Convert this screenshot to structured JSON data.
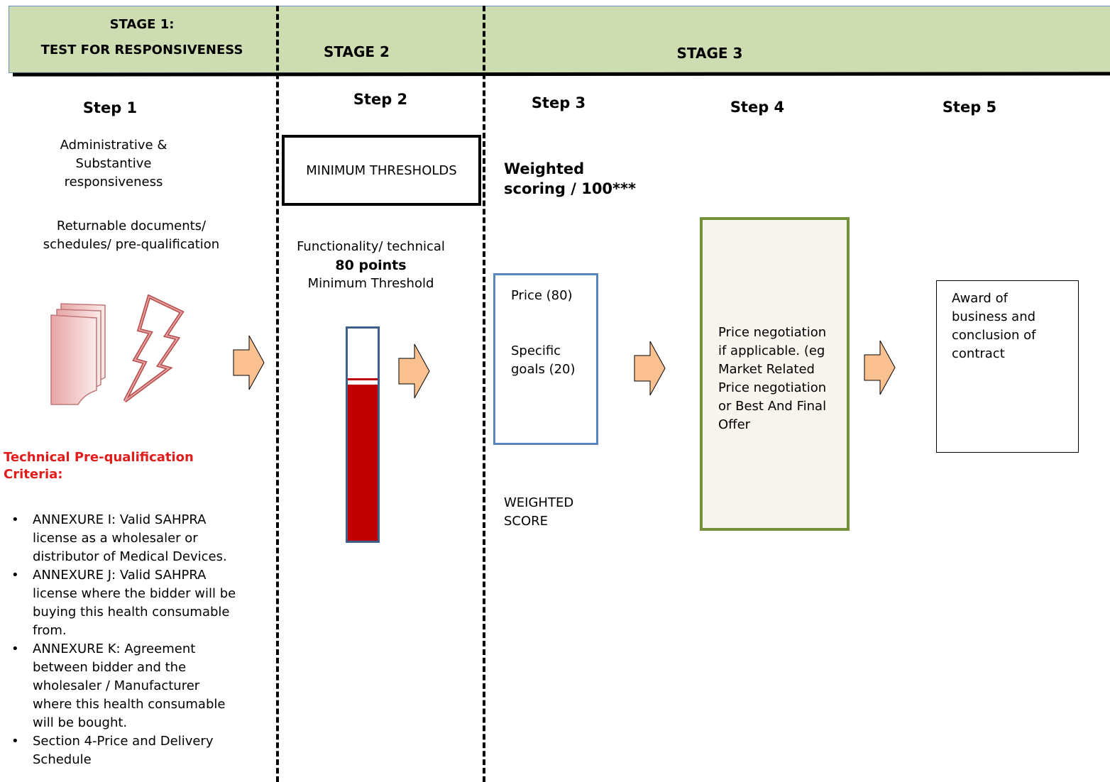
{
  "banner": {
    "stage1_line1": "STAGE 1:",
    "stage1_line2": "TEST FOR RESPONSIVENESS",
    "stage2": "STAGE 2",
    "stage3": "STAGE 3"
  },
  "steps": {
    "step1": "Step 1",
    "step2": "Step 2",
    "step3": "Step 3",
    "step4": "Step 4",
    "step5": "Step 5"
  },
  "step1": {
    "resp_line1": "Administrative &",
    "resp_line2": "Substantive",
    "resp_line3": "responsiveness",
    "docs_line1": "Returnable documents/",
    "docs_line2": "schedules/ pre-qualification",
    "criteria_title_line1": "Technical Pre-qualification",
    "criteria_title_line2": "Criteria:",
    "criteria": [
      [
        "ANNEXURE I: Valid SAHPRA",
        "license as a wholesaler or",
        "distributor of Medical Devices."
      ],
      [
        "ANNEXURE J: Valid SAHPRA",
        "license where the bidder will be",
        "buying this health consumable",
        "from."
      ],
      [
        "ANNEXURE K: Agreement",
        "between bidder and the",
        "wholesaler / Manufacturer",
        "where this health consumable",
        "will be bought."
      ],
      [
        "Section 4-Price and Delivery",
        "Schedule"
      ]
    ]
  },
  "step2": {
    "box": "MINIMUM THRESHOLDS",
    "func_line1": "Functionality/ technical",
    "func_points": "80 points",
    "func_line3": "Minimum Threshold",
    "threshold_fill_fraction": 0.8
  },
  "step3": {
    "title_line1": "Weighted",
    "title_line2": "scoring / 100***",
    "price": "Price (80)",
    "goals_line1": "Specific",
    "goals_line2": "goals (20)",
    "weighted_line1": "WEIGHTED",
    "weighted_line2": "SCORE"
  },
  "step4": {
    "lines": [
      "Price negotiation",
      "if applicable. (eg",
      "Market Related",
      "Price negotiation",
      "or Best And Final",
      "Offer"
    ]
  },
  "step5": {
    "lines": [
      "Award of",
      "business and",
      "conclusion of",
      "contract"
    ]
  },
  "colors": {
    "banner": "#cdddb1",
    "arrow_fill": "#fac090",
    "threshold_red": "#c00000",
    "criteria_title": "#e21b1b",
    "negotiation_border": "#74913a",
    "score_border": "#5a86c0"
  },
  "icons": {
    "documents": "documents-stack-icon",
    "lightning": "lightning-bolt-icon",
    "arrow": "right-arrow-icon"
  }
}
